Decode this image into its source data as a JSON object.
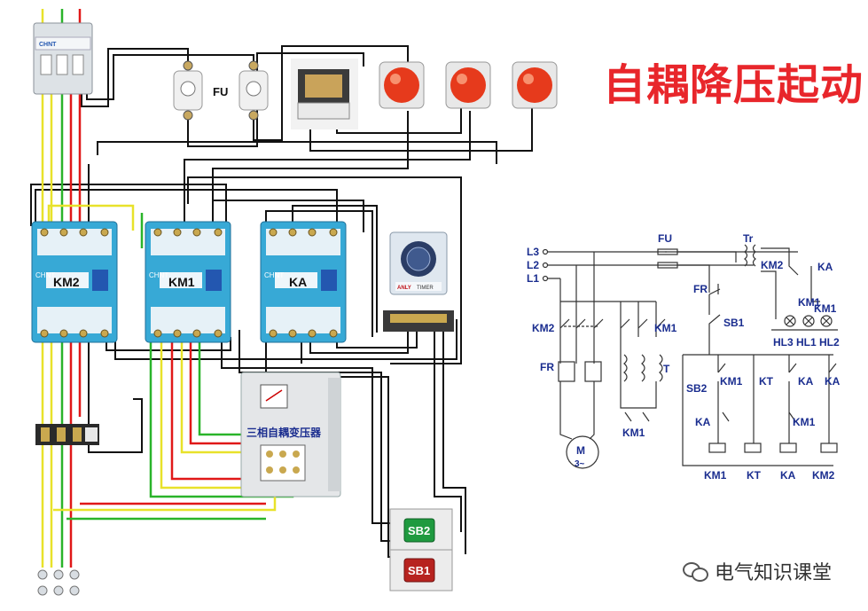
{
  "title": "自耦降压起动",
  "watermark": "电气知识课堂",
  "wiring": {
    "fuse_label": "FU",
    "contactor_brand": "CHNT",
    "contactors": [
      "KM2",
      "KM1",
      "KA"
    ],
    "autotransformer_label": "三相自耦变压器",
    "timer_brand": "ANLY",
    "timer_text": "TIMER",
    "buttons": [
      "SB2",
      "SB1"
    ]
  },
  "schematic": {
    "phases": [
      "L3",
      "L2",
      "L1"
    ],
    "fu": "FU",
    "tr": "Tr",
    "fr": "FR",
    "sb1": "SB1",
    "sb2": "SB2",
    "km2": "KM2",
    "km1": "KM1",
    "kt": "KT",
    "ka": "KA",
    "t": "T",
    "motor": "M",
    "motor_sub": "3~",
    "lamps": [
      "HL3",
      "HL1",
      "HL2"
    ],
    "coils": [
      "KM1",
      "KT",
      "KA",
      "KM2"
    ]
  },
  "colors": {
    "title": "#e8262b",
    "schematic_label": "#1a2d8f",
    "contactor_body": "#37a9d6",
    "lamp": "#e63a1c",
    "wire_red": "#e01818",
    "wire_yellow": "#e8e22a",
    "wire_green": "#2ab42a"
  }
}
